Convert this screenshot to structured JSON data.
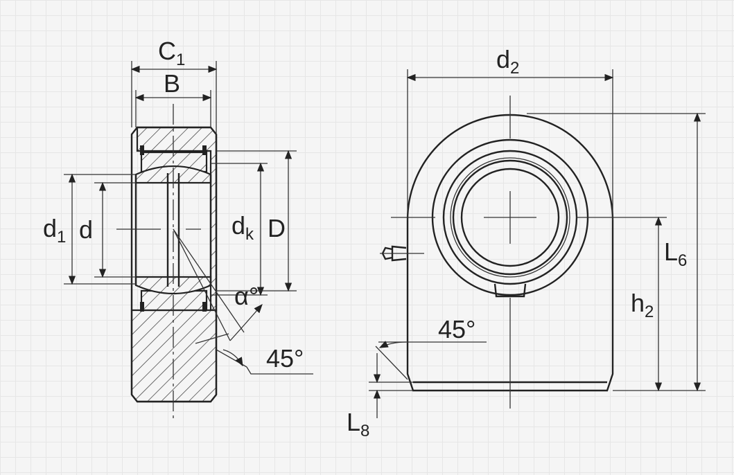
{
  "left_view": {
    "labels": {
      "c1_main": "C",
      "c1_sub": "1",
      "b": "B",
      "d1_main": "d",
      "d1_sub": "1",
      "d": "d",
      "dk_main": "d",
      "dk_sub": "k",
      "D": "D",
      "alpha": "α°",
      "angle45": "45°"
    }
  },
  "right_view": {
    "labels": {
      "d2_main": "d",
      "d2_sub": "2",
      "l6_main": "L",
      "l6_sub": "6",
      "h2_main": "h",
      "h2_sub": "2",
      "l8_main": "L",
      "l8_sub": "8",
      "angle45": "45°"
    }
  },
  "colors": {
    "line": "#222222",
    "background": "#f5f5f5"
  }
}
